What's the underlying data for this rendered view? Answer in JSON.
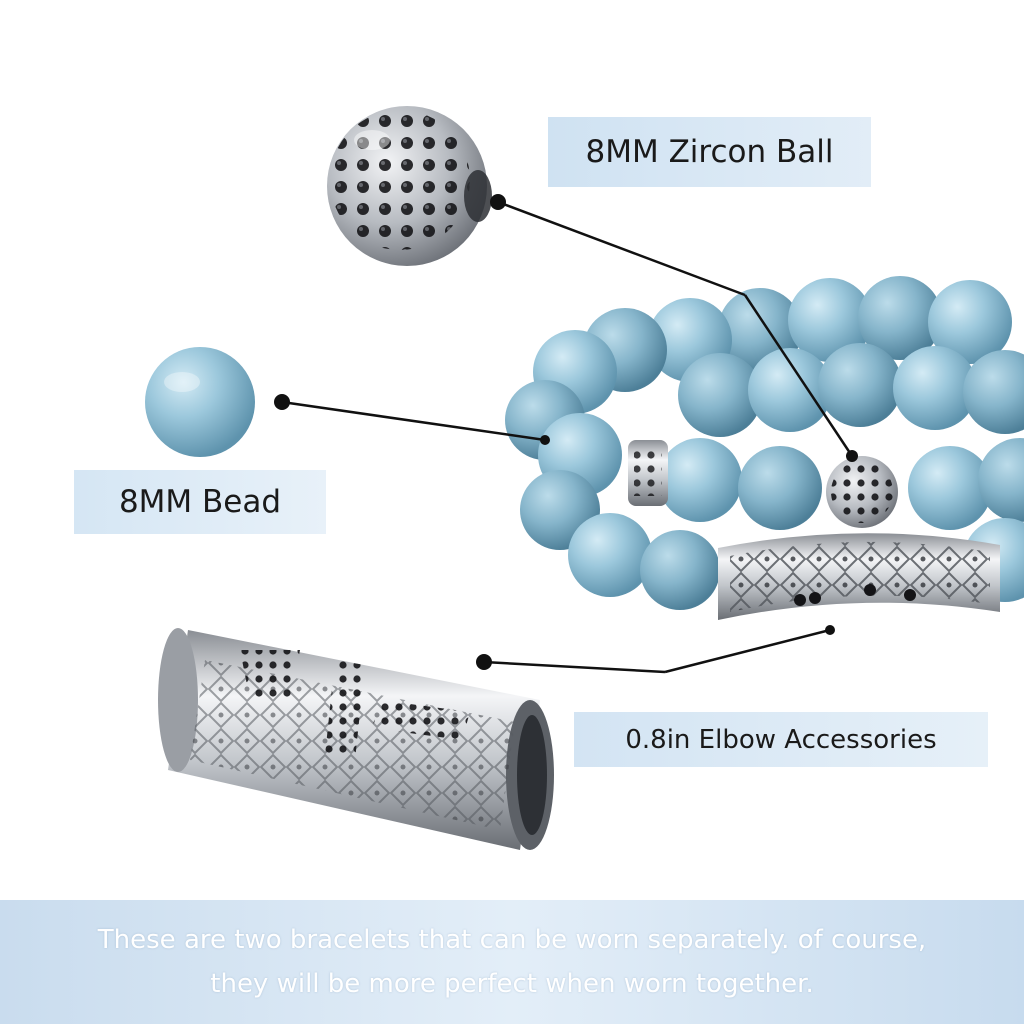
{
  "labels": {
    "zircon_ball": "8MM Zircon Ball",
    "bead": "8MM Bead",
    "elbow": "0.8in Elbow Accessories"
  },
  "caption": {
    "line1": "These are two bracelets that can be worn separately. of course,",
    "line2": "they will be more perfect when worn together."
  },
  "colors": {
    "bead_blue": "#8fbcd4",
    "label_bg": "#d6e6f4",
    "banner_bg": "#d2e3f2",
    "metal": "#c9ccd0"
  }
}
